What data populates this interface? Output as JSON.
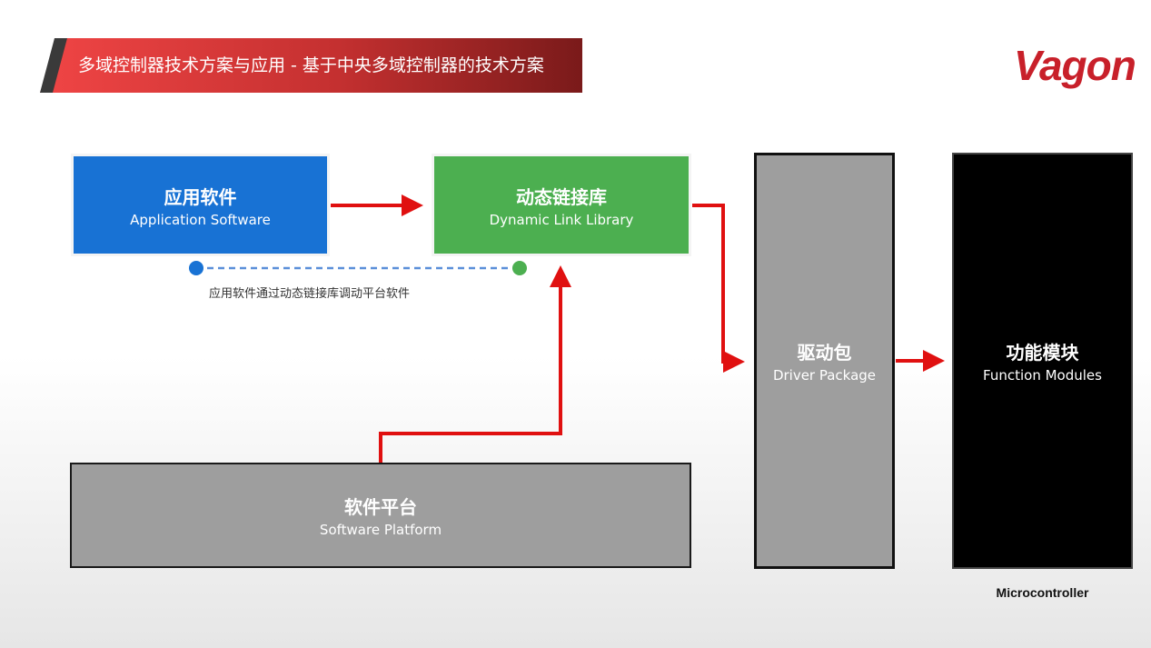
{
  "header": {
    "title": "多域控制器技术方案与应用 - 基于中央多域控制器的技术方案",
    "logo_text": "Vagon"
  },
  "diagram": {
    "application": {
      "cn": "应用软件",
      "en": "Application Software"
    },
    "dll": {
      "cn": "动态链接库",
      "en": "Dynamic Link Library"
    },
    "platform": {
      "cn": "软件平台",
      "en": "Software Platform"
    },
    "driver": {
      "cn": "驱动包",
      "en": "Driver Package"
    },
    "function": {
      "cn": "功能模块",
      "en": "Function Modules"
    },
    "note": "应用软件通过动态链接库调动平台软件",
    "microcontroller": "Microcontroller"
  },
  "colors": {
    "accent_red": "#e01010",
    "application_blue": "#1872d4",
    "dll_green": "#4caf50",
    "platform_gray": "#9e9e9e",
    "function_black": "#000000",
    "dashed_link": "#5b8fd9"
  }
}
